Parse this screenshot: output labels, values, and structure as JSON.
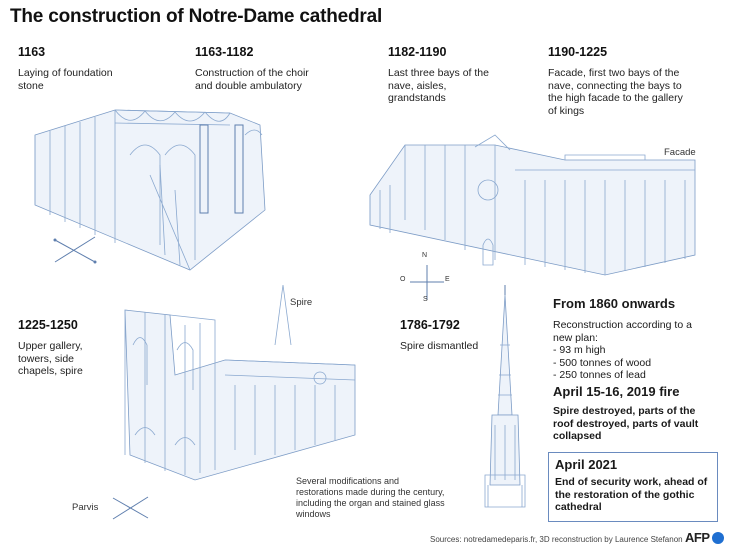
{
  "title": "The construction of Notre-Dame cathedral",
  "stages": [
    {
      "period": "1163",
      "desc": "Laying of foundation stone"
    },
    {
      "period": "1163-1182",
      "desc": "Construction of the choir and double ambulatory"
    },
    {
      "period": "1182-1190",
      "desc": "Last three bays of the nave, aisles, grandstands"
    },
    {
      "period": "1190-1225",
      "desc": "Facade, first two bays of the nave, connecting the bays to the high facade to the gallery of kings"
    },
    {
      "period": "1225-1250",
      "desc": "Upper gallery, towers, side chapels, spire"
    },
    {
      "period": "1786-1792",
      "desc": "Spire dismantled"
    }
  ],
  "labels": {
    "facade": "Facade",
    "spire": "Spire",
    "parvis": "Parvis"
  },
  "compass": {
    "n": "N",
    "s": "S",
    "e": "E",
    "o": "O"
  },
  "modifications_note": "Several modifications and restorations made during the century, including the organ and stained glass windows",
  "from1860": {
    "title": "From 1860 onwards",
    "intro": "Reconstruction according to a new plan:",
    "items": [
      "- 93 m high",
      "- 500 tonnes of wood",
      "- 250 tonnes of lead"
    ]
  },
  "fire": {
    "title": "April 15-16, 2019 fire",
    "text": "Spire destroyed, parts of the roof destroyed, parts of vault collapsed"
  },
  "april2021": {
    "title": "April 2021",
    "text": "End of security work, ahead of the restoration of the gothic cathedral"
  },
  "sources": "Sources: notredamedeparis.fr, 3D reconstruction by Laurence Stefanon",
  "logo": "AFP",
  "colors": {
    "accent": "#6a8bbf",
    "line": "#8aa8cf",
    "logo_dot": "#1f6fd1"
  }
}
